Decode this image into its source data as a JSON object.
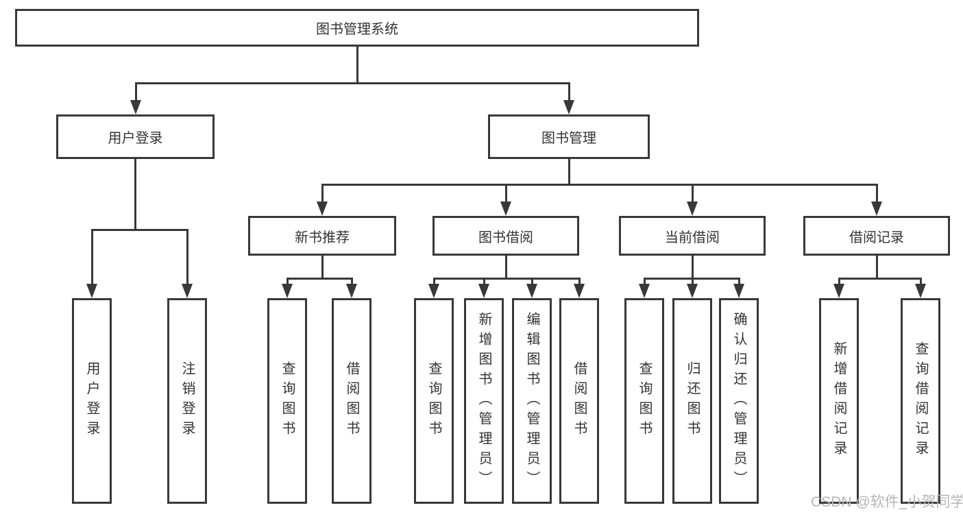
{
  "diagram": {
    "type": "hierarchy-tree",
    "title": "图书管理系统",
    "colors": {
      "line": "#383838",
      "box_border": "#383838",
      "box_fill": "#ffffff",
      "text": "#333333",
      "watermark": "#b5b5b5",
      "background": "#ffffff"
    },
    "nodes": {
      "root": {
        "label": "图书管理系统"
      },
      "user_login": {
        "label": "用户登录"
      },
      "book_mgmt": {
        "label": "图书管理"
      },
      "new_book_rec": {
        "label": "新书推荐"
      },
      "book_borrow": {
        "label": "图书借阅"
      },
      "current_borrow": {
        "label": "当前借阅"
      },
      "borrow_records": {
        "label": "借阅记录"
      },
      "user_login_leaf": {
        "label": "用户登录"
      },
      "logout_leaf": {
        "label": "注销登录"
      },
      "rec_query_books": {
        "label": "查询图书"
      },
      "rec_borrow_books": {
        "label": "借阅图书"
      },
      "bb_query_books": {
        "label": "查询图书"
      },
      "bb_add_books": {
        "label": "新增图书（管理员）"
      },
      "bb_edit_books": {
        "label": "编辑图书（管理员）"
      },
      "bb_borrow_books": {
        "label": "借阅图书"
      },
      "cb_query_books": {
        "label": "查询图书"
      },
      "cb_return_books": {
        "label": "归还图书"
      },
      "cb_confirm_return": {
        "label": "确认归还（管理员）"
      },
      "br_add_record": {
        "label": "新增借阅记录"
      },
      "br_query_record": {
        "label": "查询借阅记录"
      }
    },
    "hierarchy": {
      "图书管理系统": [
        "用户登录",
        "图书管理"
      ],
      "用户登录": [
        "用户登录",
        "注销登录"
      ],
      "图书管理": [
        "新书推荐",
        "图书借阅",
        "当前借阅",
        "借阅记录"
      ],
      "新书推荐": [
        "查询图书",
        "借阅图书"
      ],
      "图书借阅": [
        "查询图书",
        "新增图书（管理员）",
        "编辑图书（管理员）",
        "借阅图书"
      ],
      "当前借阅": [
        "查询图书",
        "归还图书",
        "确认归还（管理员）"
      ],
      "借阅记录": [
        "新增借阅记录",
        "查询借阅记录"
      ]
    },
    "watermark": "CSDN @软件_小贺同学"
  }
}
